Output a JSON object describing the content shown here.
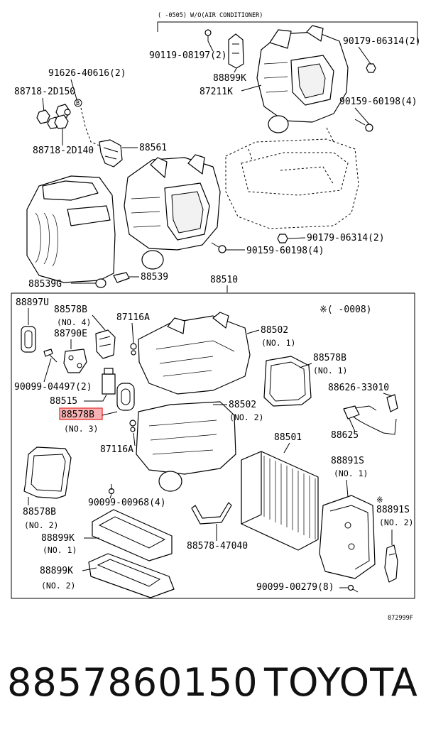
{
  "diagram": {
    "header_note": "(   -0505) W/O(AIR CONDITIONER)",
    "frame_note": "※(    -0008)",
    "figure_code": "872999F",
    "highlight_color": "#e84a4a",
    "labels": {
      "p90119": "90119-08197(2)",
      "p88899k_top": "88899K",
      "p87211k": "87211K",
      "p90179_a": "90179-06314(2)",
      "p90159_a": "90159-60198(4)",
      "p91626": "91626-40616(2)",
      "p88718_2d150": "88718-2D150",
      "circle_b": "B",
      "p88718_2d140": "88718-2D140",
      "p88561": "88561",
      "p90179_b": "90179-06314(2)",
      "p90159_b": "90159-60198(4)",
      "p88539g": "88539G",
      "p88539": "88539",
      "p88510": "88510",
      "p88897u": "88897U",
      "p88578b_no4": "88578B",
      "no4": "(NO. 4)",
      "p87116a_top": "87116A",
      "p88790e": "88790E",
      "p88502_no1": "88502",
      "no1_a": "(NO. 1)",
      "p88578b_no1": "88578B",
      "no1_b": "(NO. 1)",
      "p90099_04497": "90099-04497(2)",
      "p88626": "88626-33010",
      "p88515": "88515",
      "p88578b_no3": "88578B",
      "no3": "(NO. 3)",
      "p88502_no2": "88502",
      "no2_a": "(NO. 2)",
      "p88625": "88625",
      "p87116a_bot": "87116A",
      "p88501": "88501",
      "p88891s_no1": "88891S",
      "no1_c": "(NO. 1)",
      "p90099_00968": "90099-00968(4)",
      "p88578b_no2": "88578B",
      "no2_b": "(NO. 2)",
      "star": "※",
      "p88891s_no2": "88891S",
      "no2_c": "(NO. 2)",
      "p88899k_no1": "88899K",
      "no1_d": "(NO. 1)",
      "p88578_47040": "88578-47040",
      "p88899k_no2": "88899K",
      "no2_d": "(NO. 2)",
      "p90099_00279": "90099-00279(8)"
    }
  },
  "footer": {
    "part_number": "8857860150",
    "brand": "TOYOTA"
  }
}
